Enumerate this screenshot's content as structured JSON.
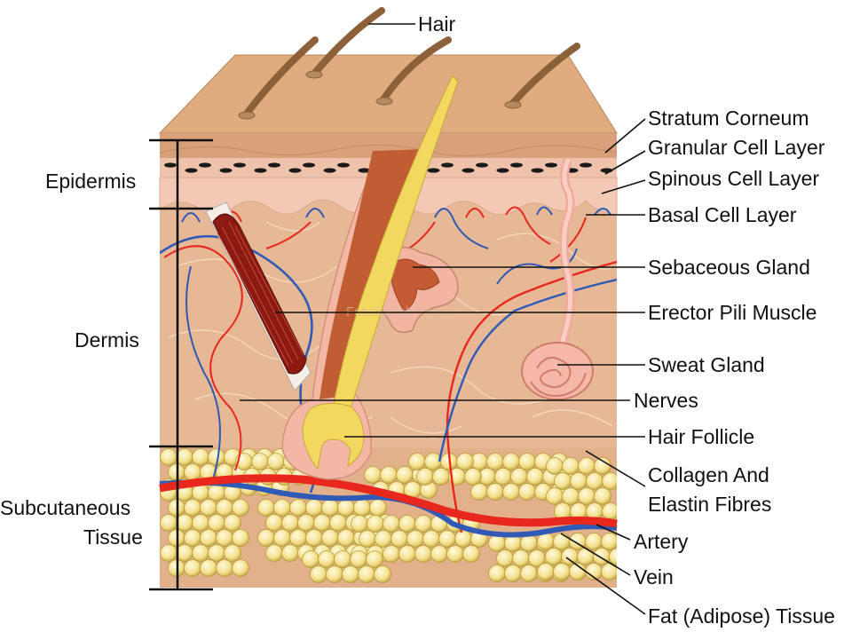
{
  "labels": {
    "hair": "Hair",
    "stratum_corneum": "Stratum Corneum",
    "granular_cell_layer": "Granular Cell Layer",
    "spinous_cell_layer": "Spinous Cell Layer",
    "basal_cell_layer": "Basal Cell Layer",
    "sebaceous_gland": "Sebaceous Gland",
    "erector_pili_muscle": "Erector Pili Muscle",
    "sweat_gland": "Sweat Gland",
    "nerves": "Nerves",
    "hair_follicle": "Hair Follicle",
    "collagen_line1": "Collagen And",
    "collagen_line2": "Elastin Fibres",
    "artery": "Artery",
    "vein": "Vein",
    "fat_tissue": "Fat (Adipose) Tissue",
    "epidermis": "Epidermis",
    "dermis": "Dermis",
    "subcutaneous_line1": "Subcutaneous",
    "subcutaneous_line2": "Tissue"
  },
  "watermark": "FotoliaWeb Press",
  "colors": {
    "surface": "#e8b88d",
    "stratum": "#d9a079",
    "epidermis": "#f1c4ae",
    "dermis": "#e6b895",
    "fat": "#f5e49a",
    "artery": "#e8271d",
    "vein": "#2f5ab5",
    "muscle": "#8b1a12",
    "hair": "#8c6039",
    "follicle_core": "#f2d85e"
  }
}
